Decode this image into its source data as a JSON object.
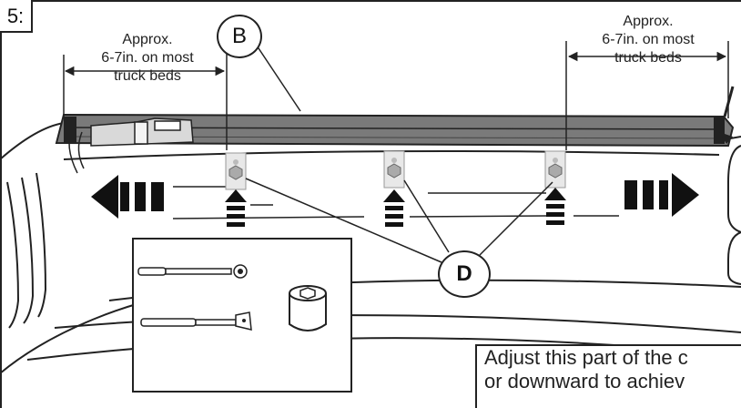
{
  "step_label": "5:",
  "left_measure": {
    "line1": "Approx.",
    "line2": "6-7in. on most",
    "line3": "truck beds"
  },
  "right_measure": {
    "line1": "Approx.",
    "line2": "6-7in. on most",
    "line3": "truck beds"
  },
  "callouts": {
    "b": "B",
    "d": "D"
  },
  "note": {
    "line1": "Adjust this part of the c",
    "line2": "or downward to achiev"
  },
  "colors": {
    "ink": "#222222",
    "rail": "#6e6e6e",
    "clamp": "#dcdcdc"
  }
}
